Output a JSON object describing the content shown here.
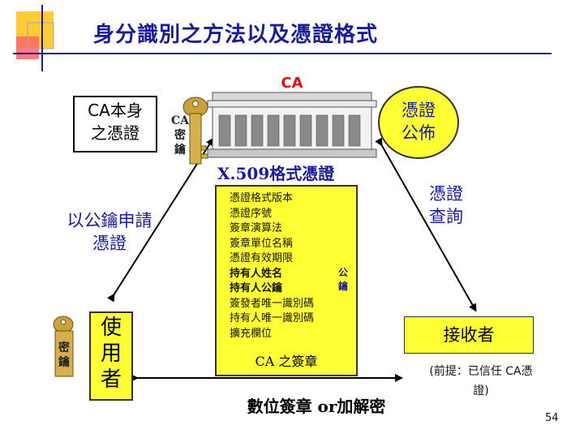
{
  "title": "身分識別之方法以及憑證格式",
  "ca_label": "CA",
  "ca_self_cert": [
    "CA本身",
    "之憑證"
  ],
  "ca_key_label": [
    "CA",
    "密",
    "鑰"
  ],
  "publish": [
    "憑證",
    "公佈"
  ],
  "x509_title": "X.509格式憑證",
  "query": [
    "憑證",
    "查詢"
  ],
  "apply": [
    "以公鑰申請",
    "憑證"
  ],
  "cert_fields": [
    {
      "text": "憑證格式版本",
      "bold": false
    },
    {
      "text": "憑證序號",
      "bold": false
    },
    {
      "text": "簽章演算法",
      "bold": false
    },
    {
      "text": "簽章單位名稱",
      "bold": false
    },
    {
      "text": "憑證有效期限",
      "bold": false
    },
    {
      "text": "持有人姓名",
      "bold": true
    },
    {
      "text": "持有人公鑰",
      "bold": true
    },
    {
      "text": "簽發者唯一識別碼",
      "bold": false
    },
    {
      "text": "持有人唯一識別碼",
      "bold": false
    },
    {
      "text": "擴充欄位",
      "bold": false
    }
  ],
  "ca_signature": "CA 之簽章",
  "public_key_label": [
    "公",
    "鑰"
  ],
  "user_label": [
    "使",
    "用",
    "者"
  ],
  "user_key_label": [
    "密",
    "鑰"
  ],
  "receiver": "接收者",
  "premise": [
    "(前提：已信任 CA憑",
    "證)"
  ],
  "bottom_label": "數位簽章 or加解密",
  "page_number": "54",
  "colors": {
    "yellow": "#ffff33",
    "blue": "#1a1aa0",
    "red": "#e01010",
    "key": "#c9a23a"
  }
}
